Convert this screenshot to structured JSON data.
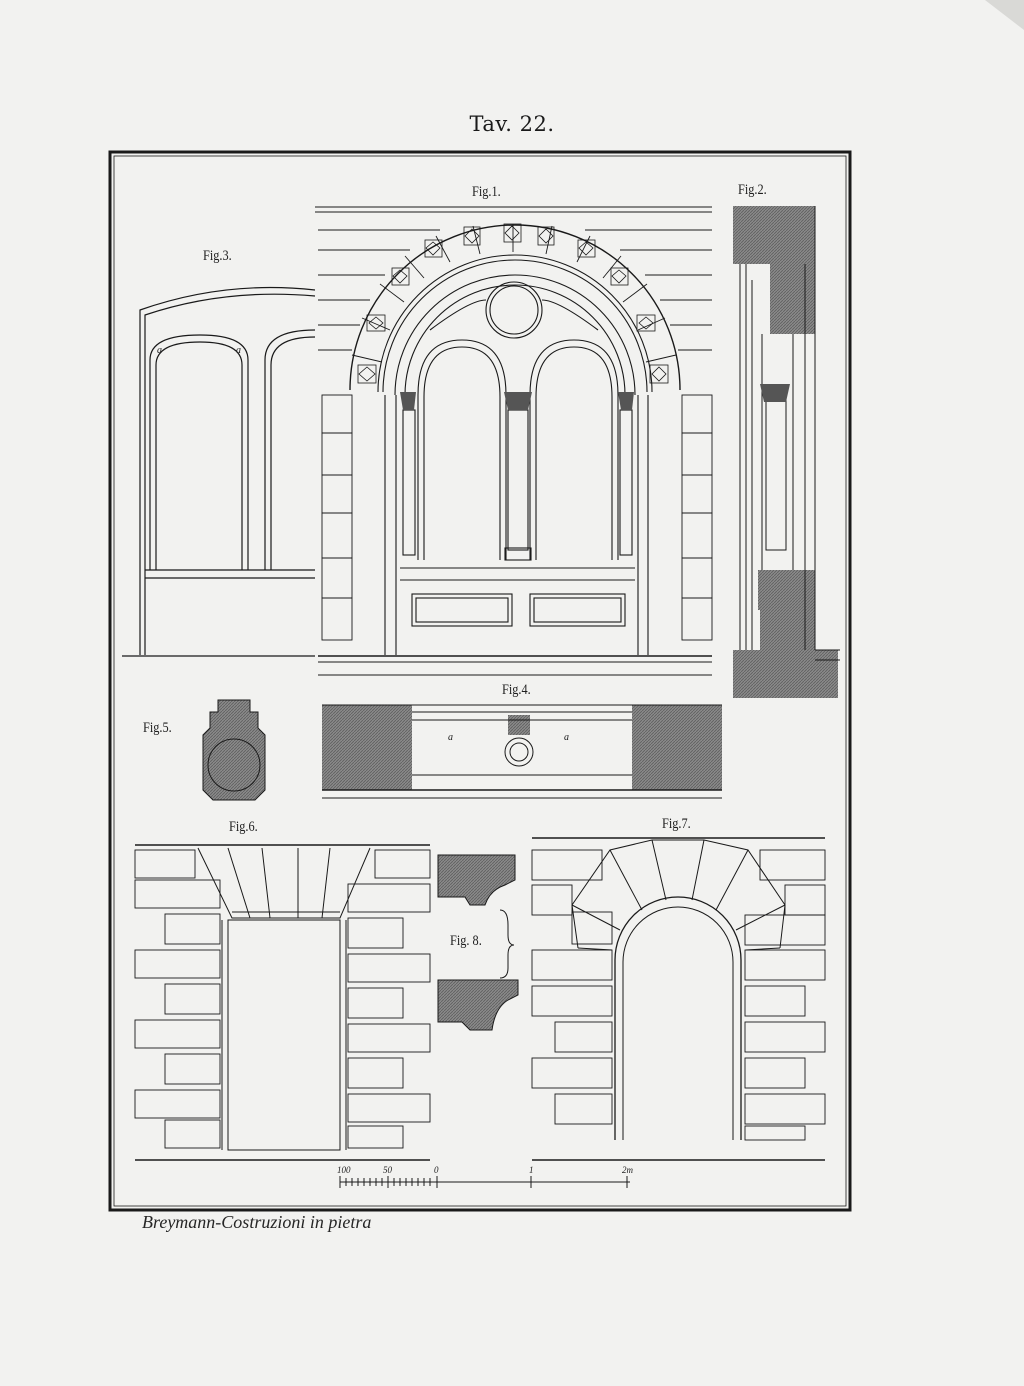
{
  "plate": {
    "title": "Tav. 22."
  },
  "figures": {
    "fig1": "Fig.1.",
    "fig2": "Fig.2.",
    "fig3": "Fig.3.",
    "fig4": "Fig.4.",
    "fig5": "Fig.5.",
    "fig6": "Fig.6.",
    "fig7": "Fig.7.",
    "fig8": "Fig. 8."
  },
  "annotations": {
    "a": "a"
  },
  "scale": {
    "t100": "100",
    "t50": "50",
    "t0": "0",
    "t1": "1",
    "t2": "2m"
  },
  "caption": "Breymann-Costruzioni in pietra",
  "colors": {
    "paper": "#f2f2f0",
    "ink": "#1a1a1a",
    "hatch": "#7a7a7a"
  }
}
